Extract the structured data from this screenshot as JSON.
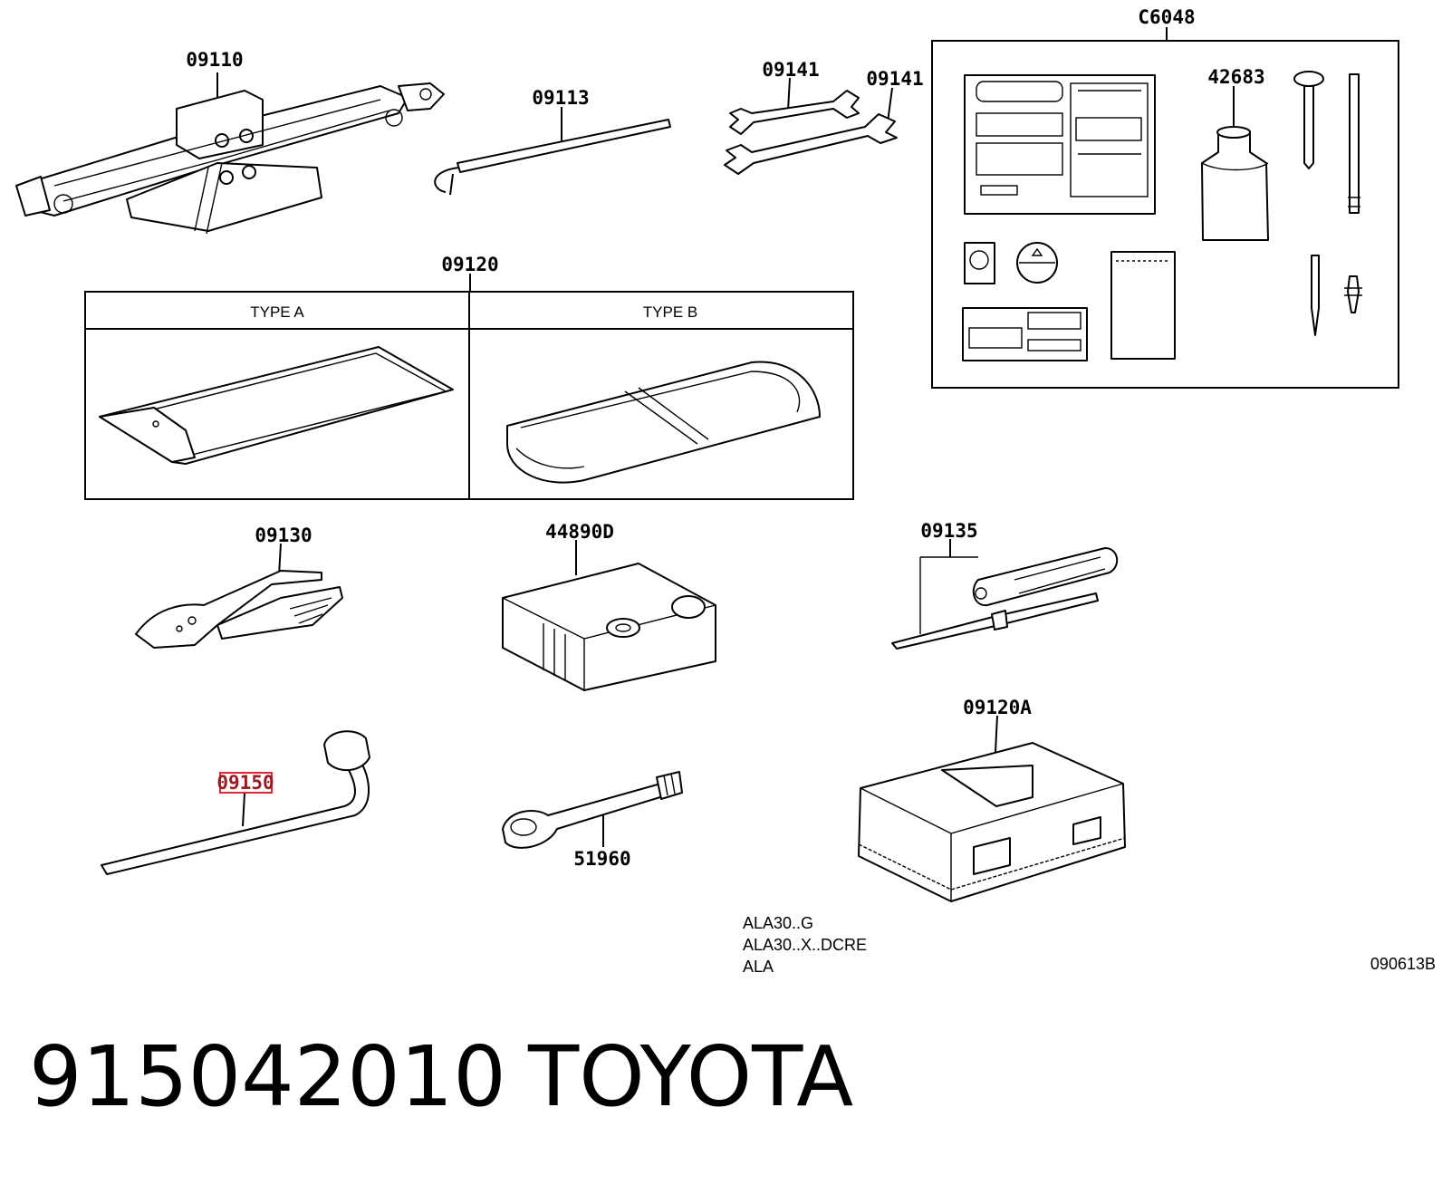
{
  "labels": {
    "jack": "09110",
    "jack_handle": "09113",
    "wrench_small": "09141",
    "wrench_large": "09141",
    "repair_kit_box": "C6048",
    "sealant_bottle": "42683",
    "tool_bag": "09120",
    "pliers": "09130",
    "compressor": "44890D",
    "screwdriver": "09135",
    "tool_box": "09120A",
    "lug_wrench": "09150",
    "towing_eye": "51960"
  },
  "tool_bag_table": {
    "type_a": "TYPE A",
    "type_b": "TYPE B"
  },
  "model_codes": [
    "ALA30..G",
    "ALA30..X..DCRE",
    "ALA"
  ],
  "diagram_id": "090613B",
  "part_number": "915042010",
  "brand": "TOYOTA",
  "highlight_color": "#e0262e"
}
